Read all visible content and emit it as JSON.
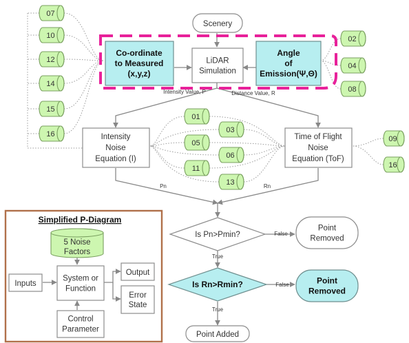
{
  "noise_factors": {
    "left": [
      "07",
      "10",
      "12",
      "14",
      "15",
      "16"
    ],
    "right_top": [
      "02",
      "04",
      "08"
    ],
    "middle": [
      "01",
      "03",
      "05",
      "06",
      "11",
      "13"
    ],
    "right_tof": [
      "09",
      "16"
    ]
  },
  "nodes": {
    "scenery": "Scenery",
    "lidar": [
      "LiDAR",
      "Simulation"
    ],
    "coord": [
      "Co-ordinate",
      "to Measured",
      "(x,y,z)"
    ],
    "angle": [
      "Angle",
      "of",
      "Emission(Ψ,Θ)"
    ],
    "intensity_eq": [
      "Intensity",
      "Noise",
      "Equation (I)"
    ],
    "tof_eq": [
      "Time of Flight",
      "Noise",
      "Equation (ToF)"
    ],
    "pn_check": "Is Pn>Pmin?",
    "rn_check": "Is Rn>Rmin?",
    "removed_1": [
      "Point",
      "Removed"
    ],
    "removed_2": [
      "Point",
      "Removed"
    ],
    "added": "Point Added"
  },
  "edge_labels": {
    "intensity_value": "Intensity Value, P",
    "distance_value": "Distance Value, R",
    "pn": "Pn",
    "rn": "Rn",
    "false_1": "False",
    "false_2": "False",
    "true_1": "True",
    "true_2": "True"
  },
  "p_diagram": {
    "title": "Simplified P-Diagram",
    "noise": [
      "5 Noise",
      "Factors"
    ],
    "inputs": "Inputs",
    "system": [
      "System or",
      "Function"
    ],
    "output": "Output",
    "error": [
      "Error",
      "State"
    ],
    "control": [
      "Control",
      "Parameter"
    ]
  },
  "colors": {
    "highlight_border": "#e8219a",
    "cyan_fill": "#b7eef0",
    "green_fill": "#cdf6b0",
    "p_diagram_border": "#b0704a"
  }
}
